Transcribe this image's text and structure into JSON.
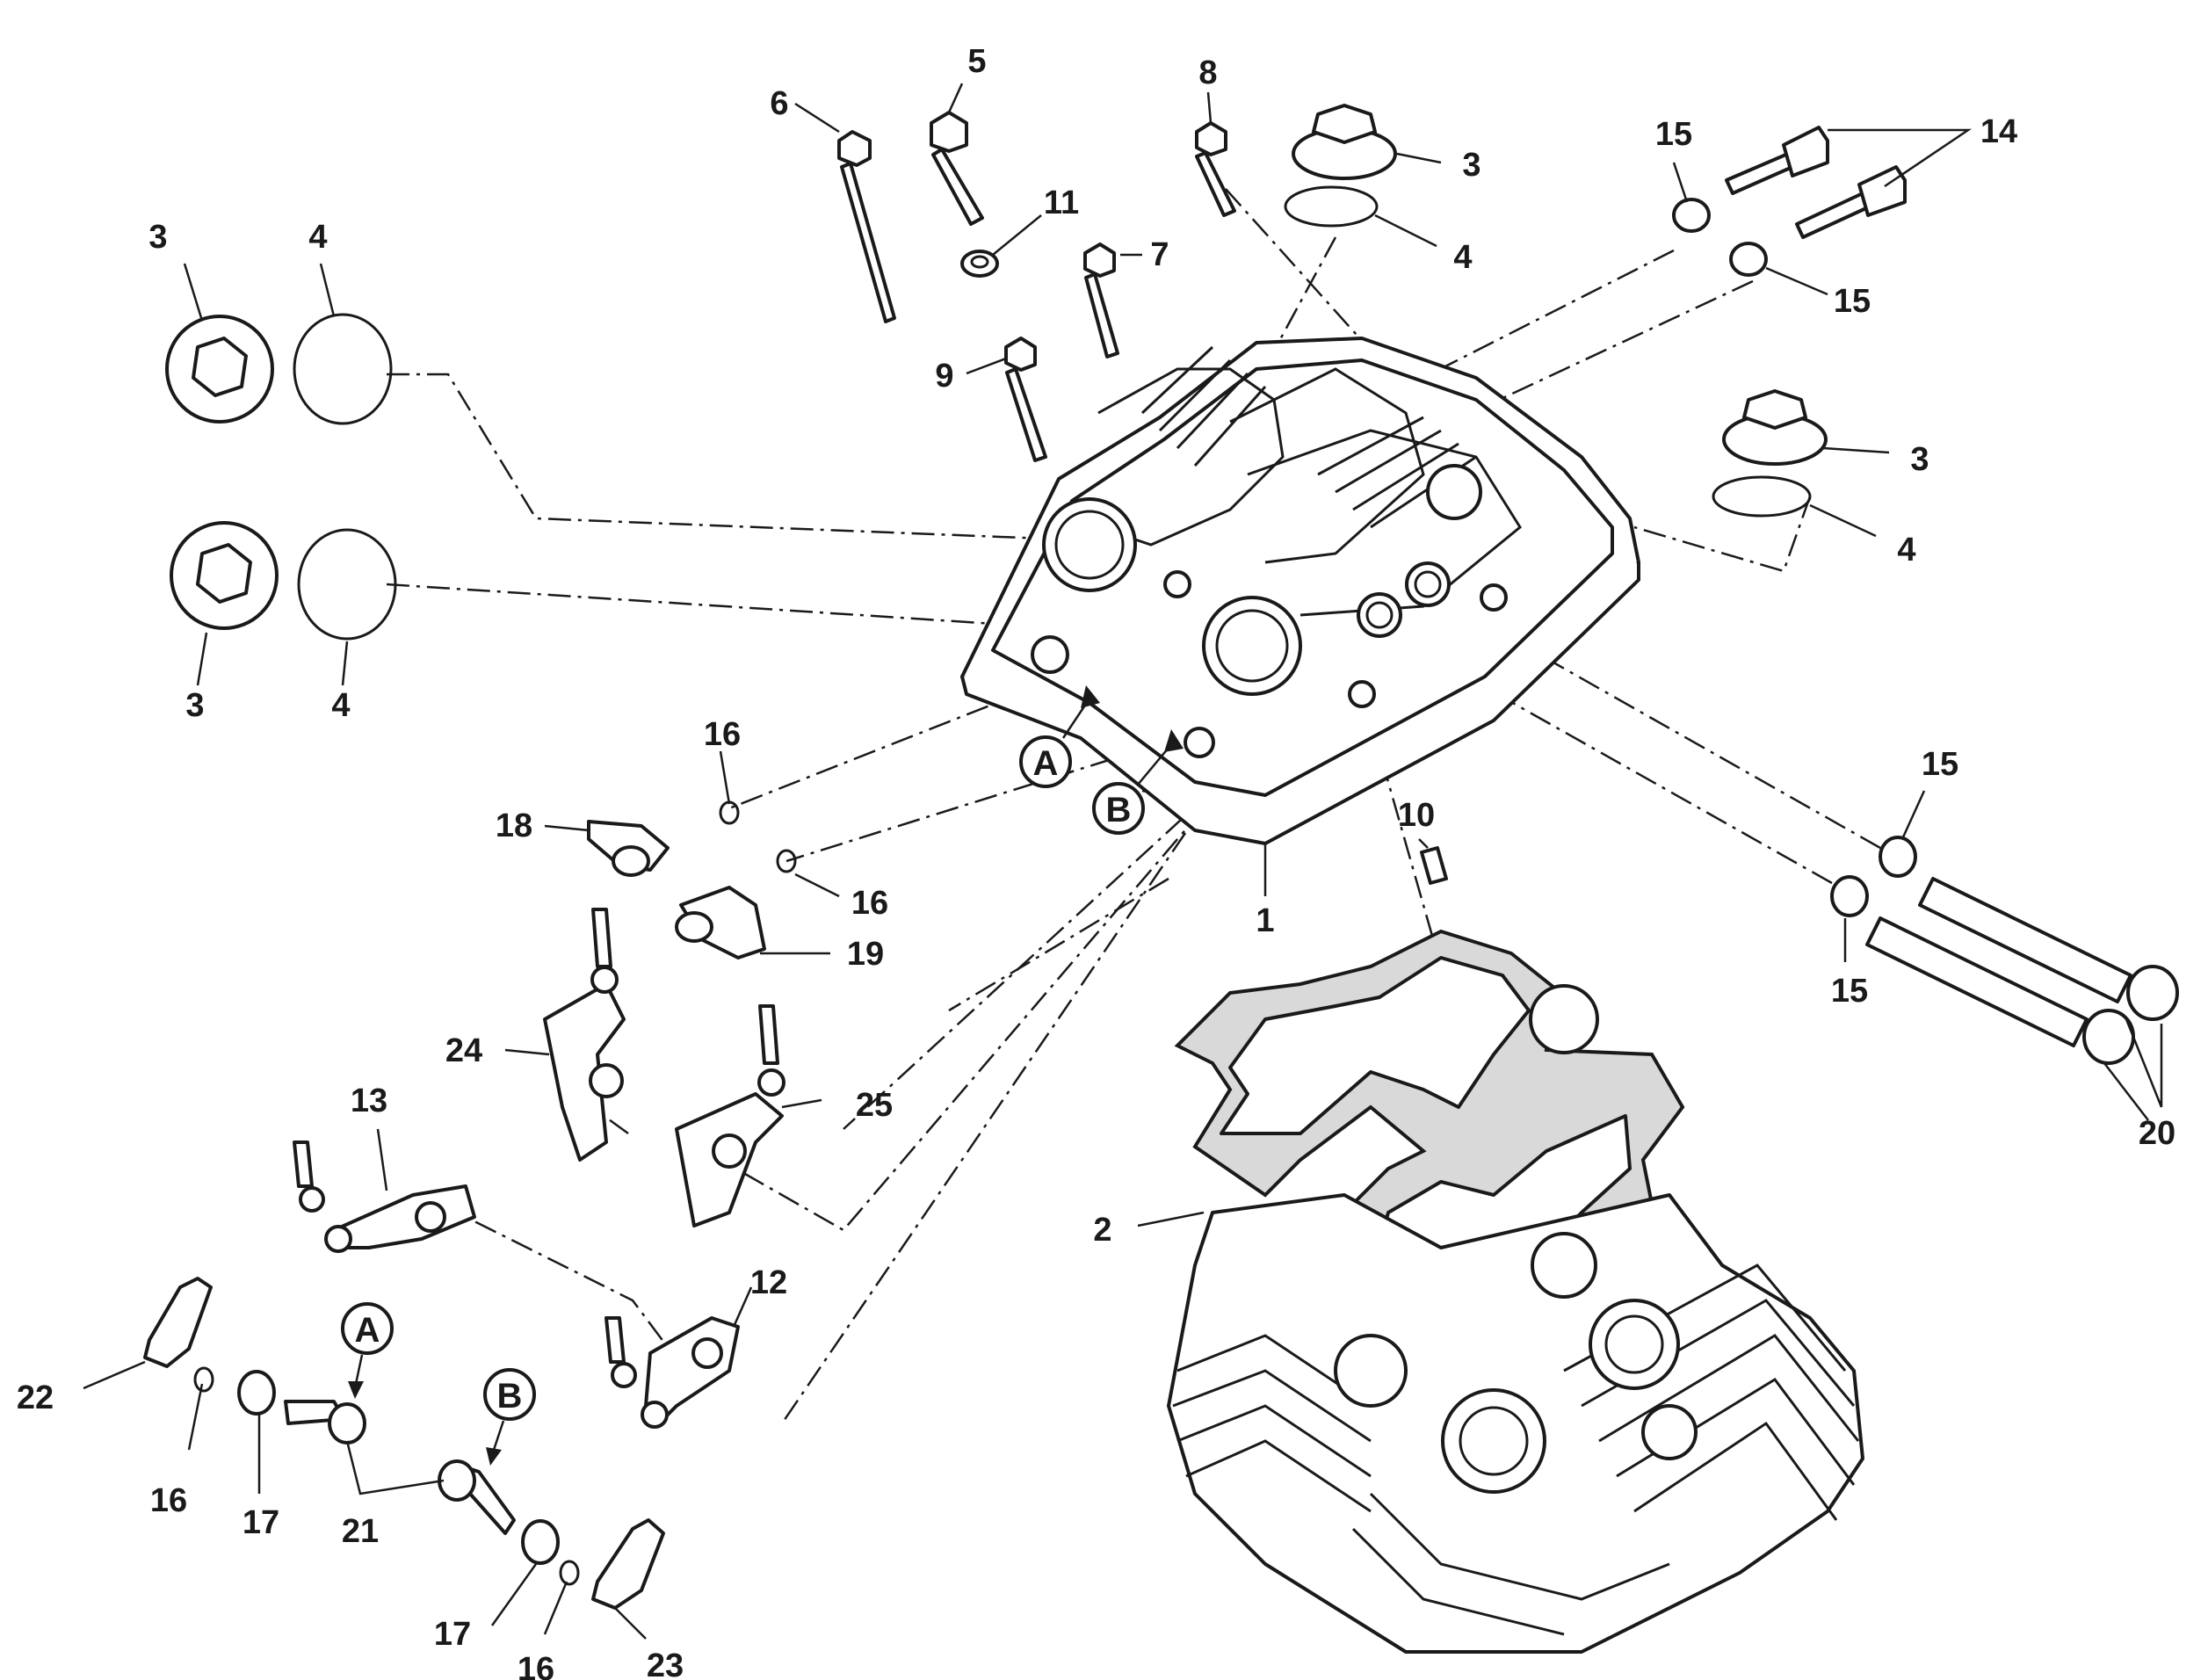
{
  "diagram": {
    "callouts": {
      "p1": "1",
      "p2": "2",
      "p3a": "3",
      "p3b": "3",
      "p3c": "3",
      "p3d": "3",
      "p4a": "4",
      "p4b": "4",
      "p4c": "4",
      "p4d": "4",
      "p5": "5",
      "p6": "6",
      "p7": "7",
      "p8": "8",
      "p9": "9",
      "p10": "10",
      "p11": "11",
      "p12": "12",
      "p13": "13",
      "p14": "14",
      "p15a": "15",
      "p15b": "15",
      "p15c": "15",
      "p15d": "15",
      "p16a": "16",
      "p16b": "16",
      "p16c": "16",
      "p16d": "16",
      "p17a": "17",
      "p17b": "17",
      "p18": "18",
      "p19": "19",
      "p20": "20",
      "p21": "21",
      "p22": "22",
      "p23": "23",
      "p24": "24",
      "p25": "25"
    },
    "reference_markers": {
      "a_top": "A",
      "b_top": "B",
      "a_bottom": "A",
      "b_bottom": "B"
    }
  }
}
